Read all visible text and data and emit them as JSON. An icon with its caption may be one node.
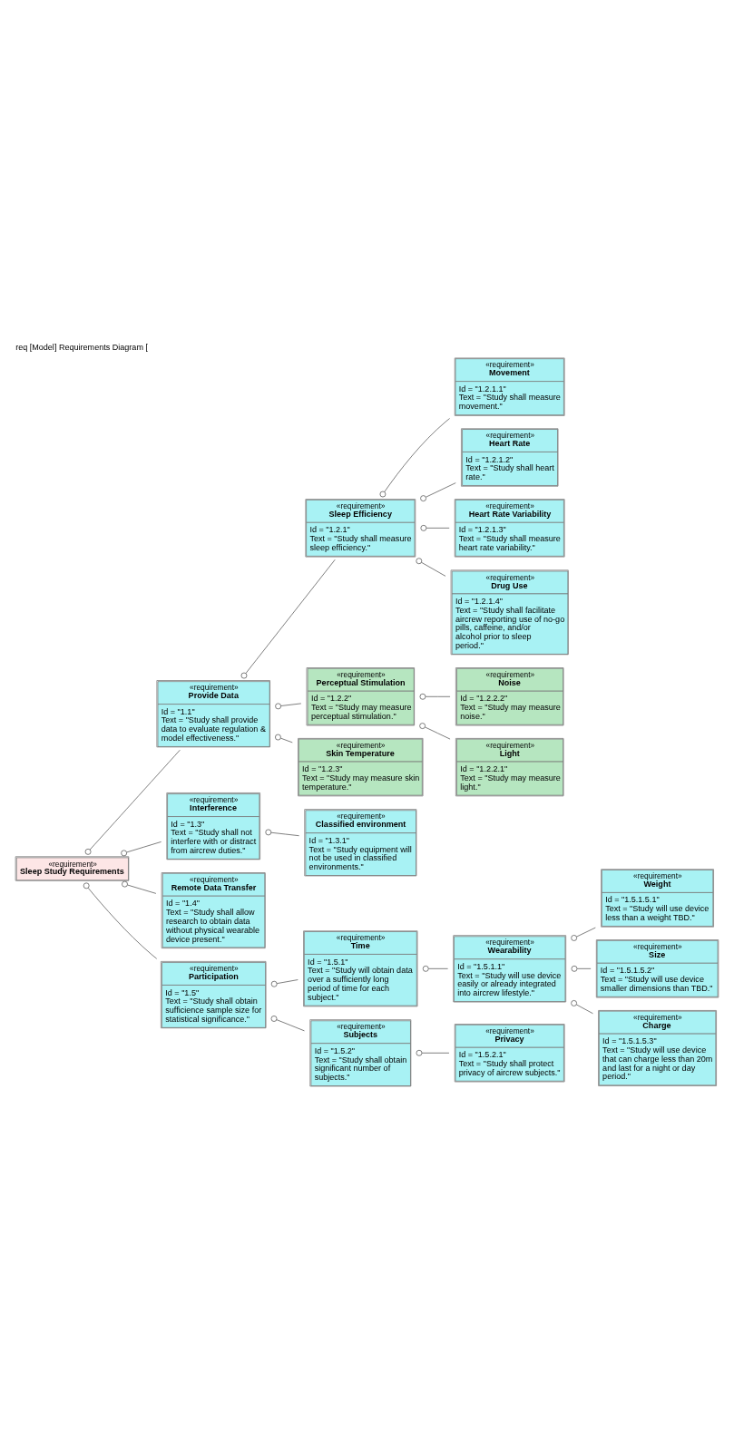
{
  "diagram": {
    "title": "req [Model] Requirements Diagram [",
    "nodes": [
      {
        "text": [
          "«requirement»",
          "Sleep Study Requirements"
        ]
      },
      {
        "text": [
          "«requirement»",
          "Provide Data",
          "Id = \"1.1\"",
          "Text = \"Study shall provide data to evaluate regulation & model effectiveness.\""
        ]
      },
      {
        "text": [
          "«requirement»",
          "Interference",
          "Id = \"1.3\"",
          "Text = \"Study shall not interfere with or distract from aircrew duties.\""
        ]
      },
      {
        "text": [
          "«requirement»",
          "Remote Data Transfer",
          "Id = \"1.4\"",
          "Text = \"Study shall allow research to obtain data without physical wearable device present.\""
        ]
      },
      {
        "text": [
          "«requirement»",
          "Participation",
          "Id = \"1.5\"",
          "Text = \"Study shall obtain sufficience sample size for statistical significance.\""
        ]
      },
      {
        "text": [
          "«requirement»",
          "Sleep Efficiency",
          "Id = \"1.2.1\"",
          "Text = \"Study shall measure sleep efficiency.\""
        ]
      },
      {
        "text": [
          "«requirement»",
          "Perceptual Stimulation",
          "Id = \"1.2.2\"",
          "Text = \"Study may measure perceptual stimulation.\""
        ]
      },
      {
        "text": [
          "«requirement»",
          "Skin Temperature",
          "Id = \"1.2.3\"",
          "Text = \"Study may measure skin temperature.\""
        ]
      },
      {
        "text": [
          "«requirement»",
          "Classified environment",
          "Id = \"1.3.1\"",
          "Text = \"Study equipment will not be used in classified environments.\""
        ]
      },
      {
        "text": [
          "«requirement»",
          "Time",
          "Id = \"1.5.1\"",
          "Text = \"Study will obtain data over a sufficiently long period of time for each subject.\""
        ]
      },
      {
        "text": [
          "«requirement»",
          "Subjects",
          "Id = \"1.5.2\"",
          "Text = \"Study shall obtain significant number of subjects.\""
        ]
      },
      {
        "text": [
          "«requirement»",
          "Movement",
          "Id = \"1.2.1.1\"",
          "Text = \"Study shall measure movement.\""
        ]
      },
      {
        "text": [
          "«requirement»",
          "Heart Rate",
          "Id = \"1.2.1.2\"",
          "Text = \"Study shall heart rate.\""
        ]
      },
      {
        "text": [
          "«requirement»",
          "Heart Rate Variability",
          "Id = \"1.2.1.3\"",
          "Text = \"Study shall measure heart rate variability.\""
        ]
      },
      {
        "text": [
          "«requirement»",
          "Drug Use",
          "Id = \"1.2.1.4\"",
          "Text = \"Study shall facilitate aircrew reporting use of no-go pills, caffeine, and/or alcohol prior to sleep period.\""
        ]
      },
      {
        "text": [
          "«requirement»",
          "Noise",
          "Id = \"1.2.2.2\"",
          "Text = \"Study may measure noise.\""
        ]
      },
      {
        "text": [
          "«requirement»",
          "Light",
          "Id = \"1.2.2.1\"",
          "Text = \"Study may measure light.\""
        ]
      },
      {
        "text": [
          "«requirement»",
          "Wearability",
          "Id = \"1.5.1.1\"",
          "Text = \"Study will use device easily or already integrated into aircrew lifestyle.\""
        ]
      },
      {
        "text": [
          "«requirement»",
          "Privacy",
          "Id = \"1.5.2.1\"",
          "Text = \"Study shall protect privacy of aircrew subjects.\""
        ]
      },
      {
        "text": [
          "«requirement»",
          "Weight",
          "Id = \"1.5.1.5.1\"",
          "Text = \"Study will use device less than a weight TBD.\""
        ]
      },
      {
        "text": [
          "«requirement»",
          "Size",
          "Id = \"1.5.1.5.2\"",
          "Text = \"Study will use device smaller dimensions than TBD.\""
        ]
      },
      {
        "text": [
          "«requirement»",
          "Charge",
          "Id = \"1.5.1.5.3\"",
          "Text = \"Study will use device that can charge less than 20m and last for a night or day period.\""
        ]
      }
    ],
    "edges": [
      {
        "from": 0,
        "to": 1,
        "arrow": "other"
      },
      {
        "from": 0,
        "to": 2,
        "arrow": "other"
      },
      {
        "from": 0,
        "to": 3,
        "arrow": "other"
      },
      {
        "from": 0,
        "to": 4,
        "arrow": "other"
      },
      {
        "from": 1,
        "to": 5,
        "arrow": "other"
      },
      {
        "from": 1,
        "to": 6,
        "arrow": "other"
      },
      {
        "from": 1,
        "to": 7,
        "arrow": "other"
      },
      {
        "from": 2,
        "to": 8,
        "arrow": "other"
      },
      {
        "from": 4,
        "to": 9,
        "arrow": "other"
      },
      {
        "from": 4,
        "to": 10,
        "arrow": "other"
      },
      {
        "from": 5,
        "to": 11,
        "arrow": "other"
      },
      {
        "from": 5,
        "to": 12,
        "arrow": "other"
      },
      {
        "from": 5,
        "to": 13,
        "arrow": "other"
      },
      {
        "from": 5,
        "to": 14,
        "arrow": "other"
      },
      {
        "from": 6,
        "to": 15,
        "arrow": "other"
      },
      {
        "from": 6,
        "to": 16,
        "arrow": "other"
      },
      {
        "from": 9,
        "to": 17,
        "arrow": "other"
      },
      {
        "from": 10,
        "to": 18,
        "arrow": "other"
      },
      {
        "from": 17,
        "to": 19,
        "arrow": "other"
      },
      {
        "from": 17,
        "to": 20,
        "arrow": "other"
      },
      {
        "from": 17,
        "to": 21,
        "arrow": "other"
      }
    ]
  }
}
